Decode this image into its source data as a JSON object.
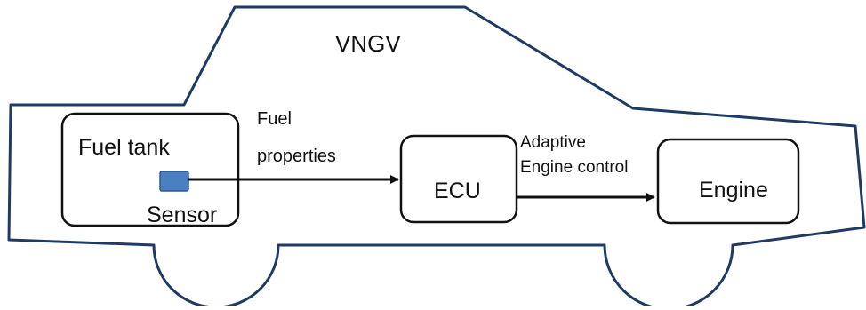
{
  "diagram": {
    "title": "VNGV",
    "nodes": {
      "fuel_tank": {
        "label": "Fuel tank"
      },
      "sensor": {
        "label": "Sensor"
      },
      "ecu": {
        "label": "ECU"
      },
      "engine": {
        "label": "Engine"
      }
    },
    "edges": [
      {
        "from": "Sensor",
        "to": "ECU",
        "label_lines": [
          "Fuel",
          "properties"
        ]
      },
      {
        "from": "ECU",
        "to": "Engine",
        "label_lines": [
          "Adaptive",
          "Engine control"
        ]
      }
    ]
  },
  "colors": {
    "car_outline": "#1f3a63",
    "sensor_fill": "#4a7fc1",
    "sensor_stroke": "#2e5a91",
    "line": "#111111"
  }
}
